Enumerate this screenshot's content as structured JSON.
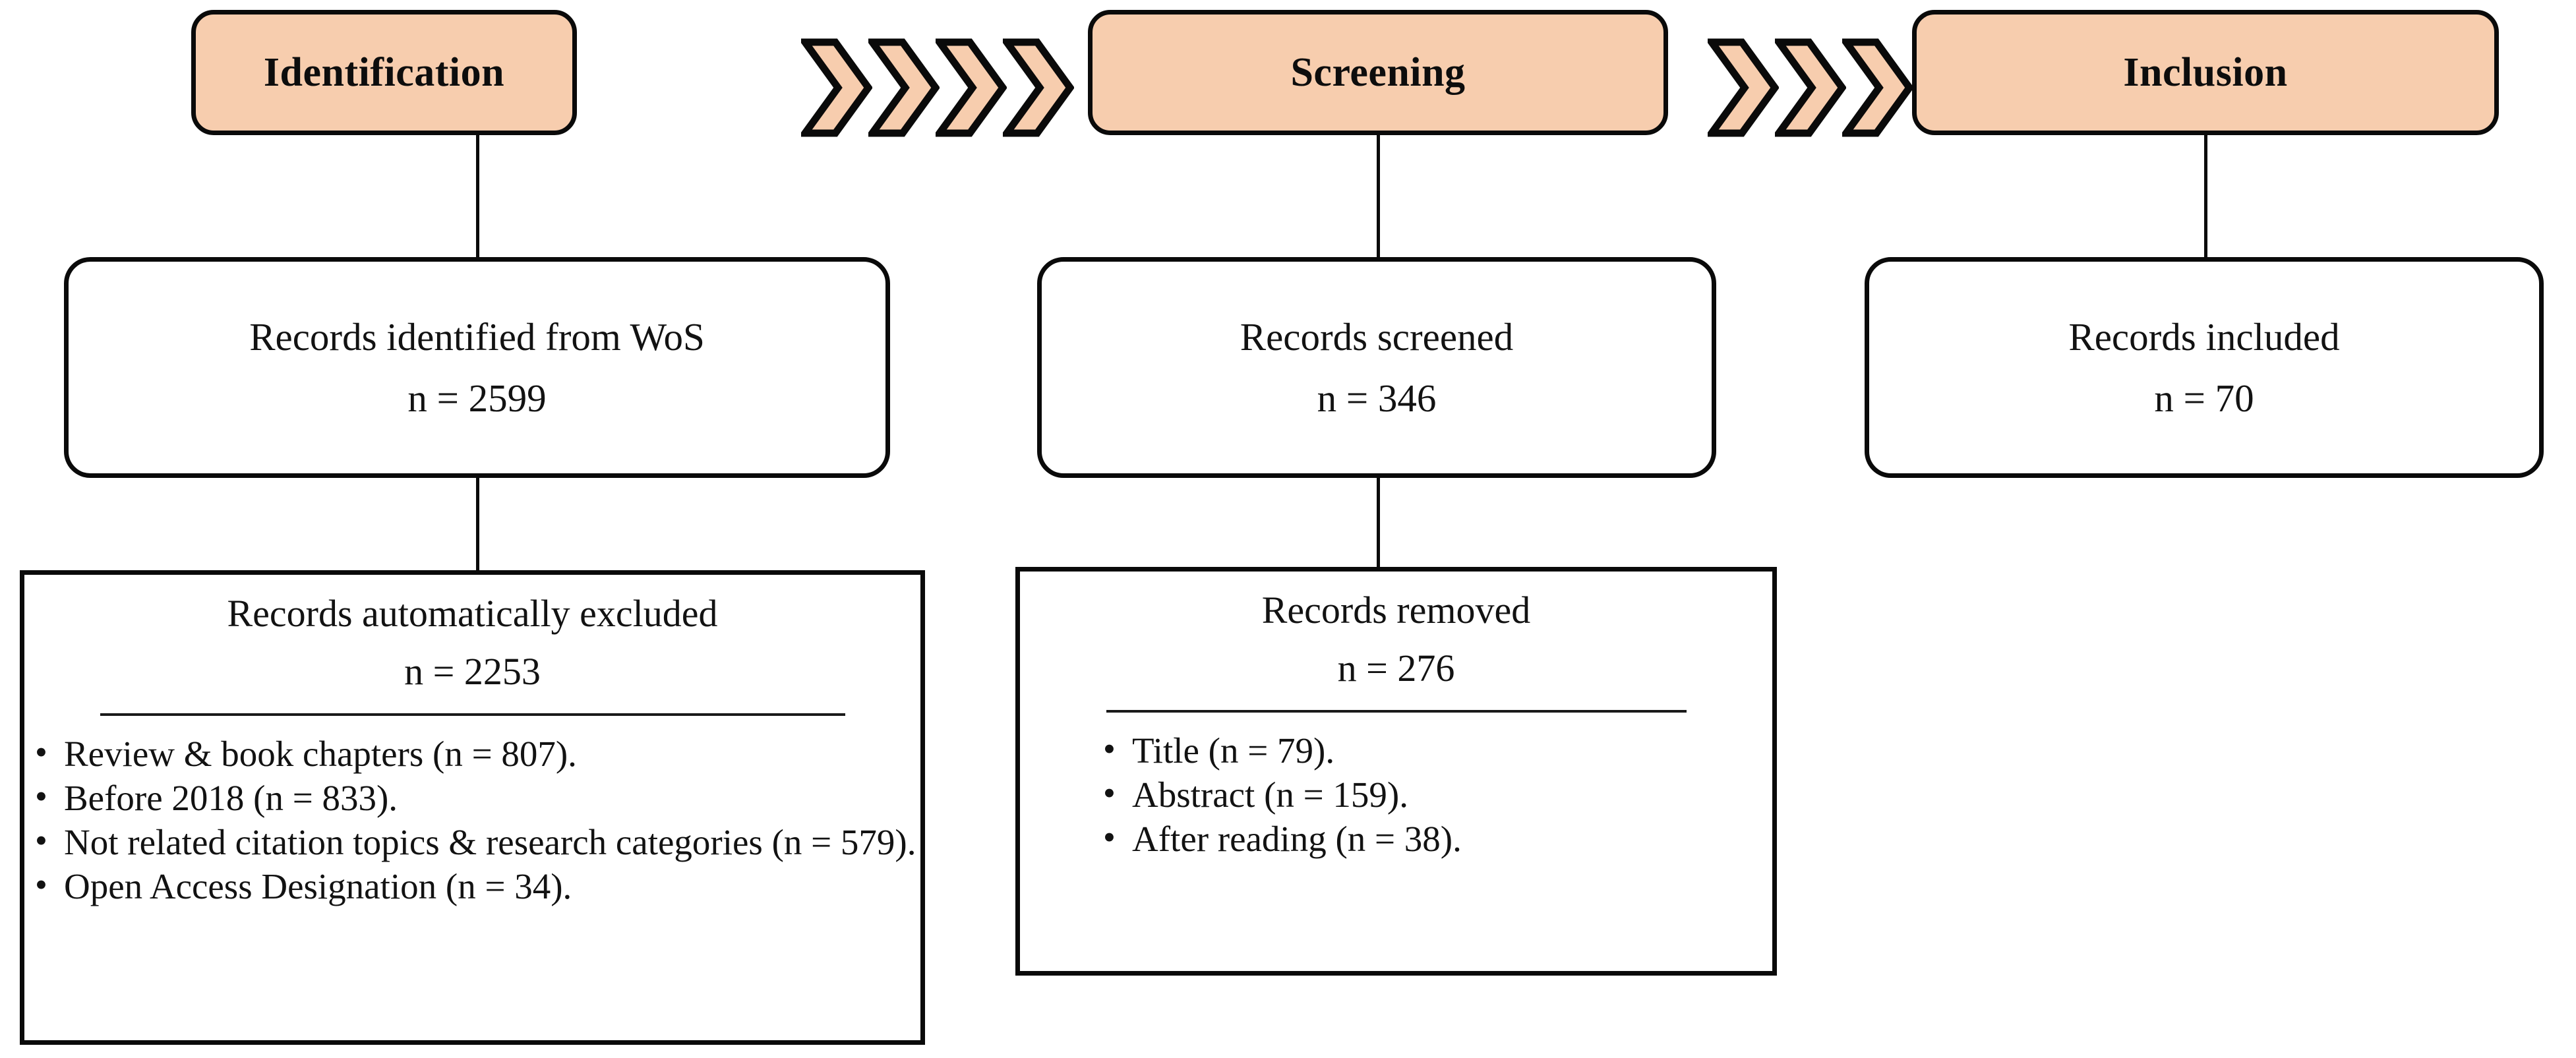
{
  "diagram": {
    "title": "PRISMA flow diagram",
    "colors": {
      "stage_fill": "#F7CDAE",
      "stroke": "#0A0A0A",
      "box_fill": "#FFFFFF",
      "text": "#121212"
    },
    "stages": [
      {
        "label": "Identification"
      },
      {
        "label": "Screening"
      },
      {
        "label": "Inclusion"
      }
    ],
    "chevron_groups": [
      {
        "name": "identification-to-screening",
        "count": 4
      },
      {
        "name": "screening-to-inclusion",
        "count": 3
      }
    ],
    "boxes": {
      "identified": {
        "title": "Records identified from WoS",
        "n_label": "n = 2599"
      },
      "screened": {
        "title": "Records screened",
        "n_label": "n = 346"
      },
      "included": {
        "title": "Records included",
        "n_label": "n = 70"
      },
      "auto_excluded": {
        "title": "Records automatically excluded",
        "n_label": "n = 2253",
        "reasons": [
          "Review & book chapters (n = 807).",
          "Before 2018 (n = 833).",
          "Not related citation topics & research categories (n = 579).",
          "Open Access Designation (n = 34)."
        ]
      },
      "removed": {
        "title": "Records removed",
        "n_label": "n = 276",
        "reasons": [
          "Title (n = 79).",
          "Abstract (n = 159).",
          "After reading (n = 38)."
        ]
      }
    }
  }
}
